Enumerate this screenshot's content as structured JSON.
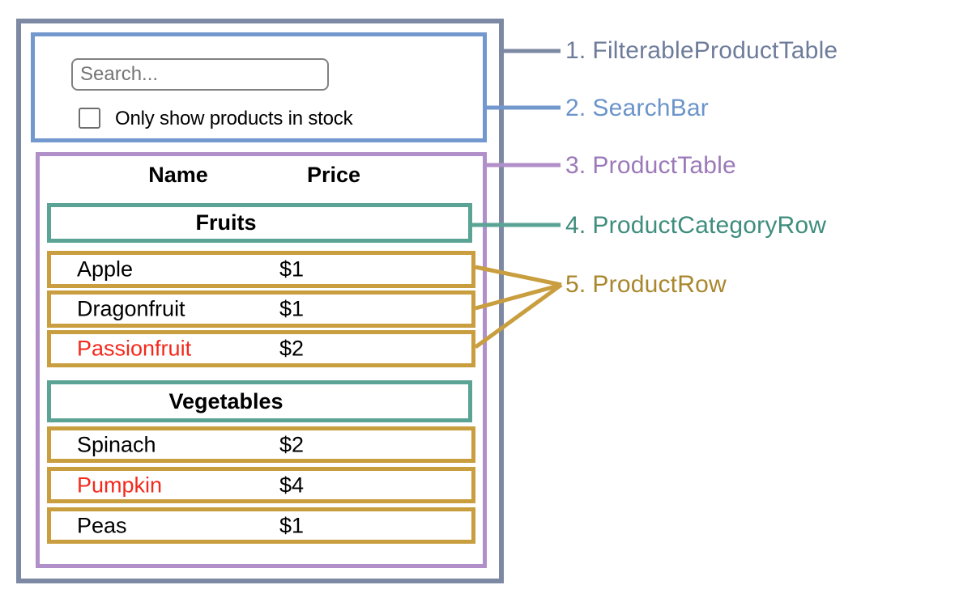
{
  "colors": {
    "filterable_product_table": "#7d89a3",
    "search_bar": "#7398cd",
    "product_table": "#b18fc8",
    "product_category_row": "#5ba495",
    "product_row": "#c89e3f",
    "label_1": "#6e7c9b",
    "label_2": "#6b94ca",
    "label_3": "#9c79b8",
    "label_4": "#3f8d7d",
    "label_5": "#a9872d",
    "out_of_stock": "#f4291c"
  },
  "search_bar": {
    "input_placeholder": "Search...",
    "checkbox_label": "Only show products in stock",
    "checkbox_checked": false
  },
  "table": {
    "columns": {
      "name": "Name",
      "price": "Price"
    },
    "sections": [
      {
        "category": "Fruits",
        "rows": [
          {
            "name": "Apple",
            "price": "$1",
            "out_of_stock": false
          },
          {
            "name": "Dragonfruit",
            "price": "$1",
            "out_of_stock": false
          },
          {
            "name": "Passionfruit",
            "price": "$2",
            "out_of_stock": true
          }
        ]
      },
      {
        "category": "Vegetables",
        "rows": [
          {
            "name": "Spinach",
            "price": "$2",
            "out_of_stock": false
          },
          {
            "name": "Pumpkin",
            "price": "$4",
            "out_of_stock": true
          },
          {
            "name": "Peas",
            "price": "$1",
            "out_of_stock": false
          }
        ]
      }
    ]
  },
  "legend": [
    {
      "number": "1.",
      "name": "FilterableProductTable"
    },
    {
      "number": "2.",
      "name": "SearchBar"
    },
    {
      "number": "3.",
      "name": "ProductTable"
    },
    {
      "number": "4.",
      "name": "ProductCategoryRow"
    },
    {
      "number": "5.",
      "name": "ProductRow"
    }
  ]
}
